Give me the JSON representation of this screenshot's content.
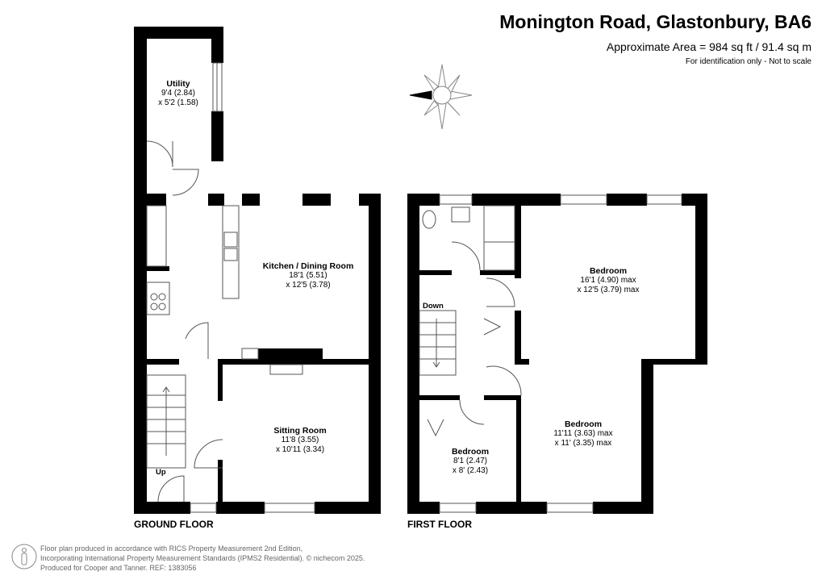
{
  "header": {
    "title": "Monington Road, Glastonbury, BA6",
    "area": "Approximate Area = 984 sq ft / 91.4 sq m",
    "note": "For identification only - Not to scale"
  },
  "compass": {
    "label": "N"
  },
  "ground_floor": {
    "label": "GROUND FLOOR",
    "stairs_label": "Up",
    "rooms": [
      {
        "name": "Utility",
        "dim1": "9'4 (2.84)",
        "dim2": "x 5'2 (1.58)"
      },
      {
        "name": "Kitchen / Dining Room",
        "dim1": "18'1 (5.51)",
        "dim2": "x 12'5 (3.78)"
      },
      {
        "name": "Sitting Room",
        "dim1": "11'8 (3.55)",
        "dim2": "x 10'11 (3.34)"
      }
    ]
  },
  "first_floor": {
    "label": "FIRST FLOOR",
    "stairs_label": "Down",
    "rooms": [
      {
        "name": "Bedroom",
        "dim1": "16'1 (4.90) max",
        "dim2": "x 12'5 (3.79) max"
      },
      {
        "name": "Bedroom",
        "dim1": "11'11 (3.63) max",
        "dim2": "x 11' (3.35) max"
      },
      {
        "name": "Bedroom",
        "dim1": "8'1 (2.47)",
        "dim2": "x 8' (2.43)"
      }
    ]
  },
  "footer": {
    "line1": "Floor plan produced in accordance with RICS Property Measurement 2nd Edition,",
    "line2": "Incorporating International Property Measurement Standards (IPMS2 Residential).   © nichecom 2025.",
    "line3": "Produced for Cooper and Tanner.   REF:  1383056"
  }
}
